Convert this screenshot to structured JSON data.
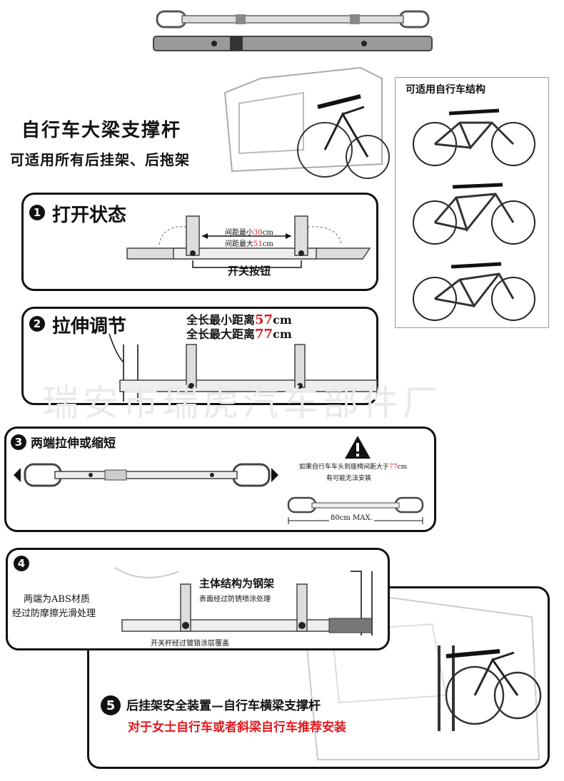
{
  "header": {
    "title": "自行车大梁支撑杆",
    "subtitle": "可适用所有后挂架、后拖架"
  },
  "bike_box": {
    "title": "可适用自行车结构"
  },
  "watermark": "瑞安市瑞虎汽车部件厂",
  "panel1": {
    "number": "1",
    "title": "打开状态",
    "spacing_min_label": "间距最小",
    "spacing_min_value": "30",
    "spacing_max_label": "间距最大",
    "spacing_max_value": "51",
    "unit": "cm",
    "switch_label": "开关按钮"
  },
  "panel2": {
    "number": "2",
    "title": "拉伸调节",
    "min_label": "全长最小距离",
    "min_value": "57",
    "max_label": "全长最大距离",
    "max_value": "77",
    "unit": "cm"
  },
  "panel3": {
    "number": "3",
    "title": "两端拉伸或缩短",
    "warning_line1_prefix": "如果自行车车头到座椅间距大于",
    "warning_value": "77",
    "warning_unit": "cm",
    "warning_line2": "有可能无法安装",
    "max_label": "80cm MAX."
  },
  "panel4": {
    "number": "4",
    "abs_line1": "两端为ABS材质",
    "abs_line2": "经过防摩擦光滑处理",
    "steel_line1": "主体结构为钢架",
    "steel_line2": "表面经过防锈喷涂处理",
    "switch_note": "开关杆经过镀铬涂层覆盖"
  },
  "panel5": {
    "number": "5",
    "line1": "后挂架安全装置—自行车横梁支撑杆",
    "line2": "对于女士自行车或者斜梁自行车推荐安装"
  },
  "colors": {
    "accent_red": "#e0181e",
    "ink": "#111111"
  }
}
